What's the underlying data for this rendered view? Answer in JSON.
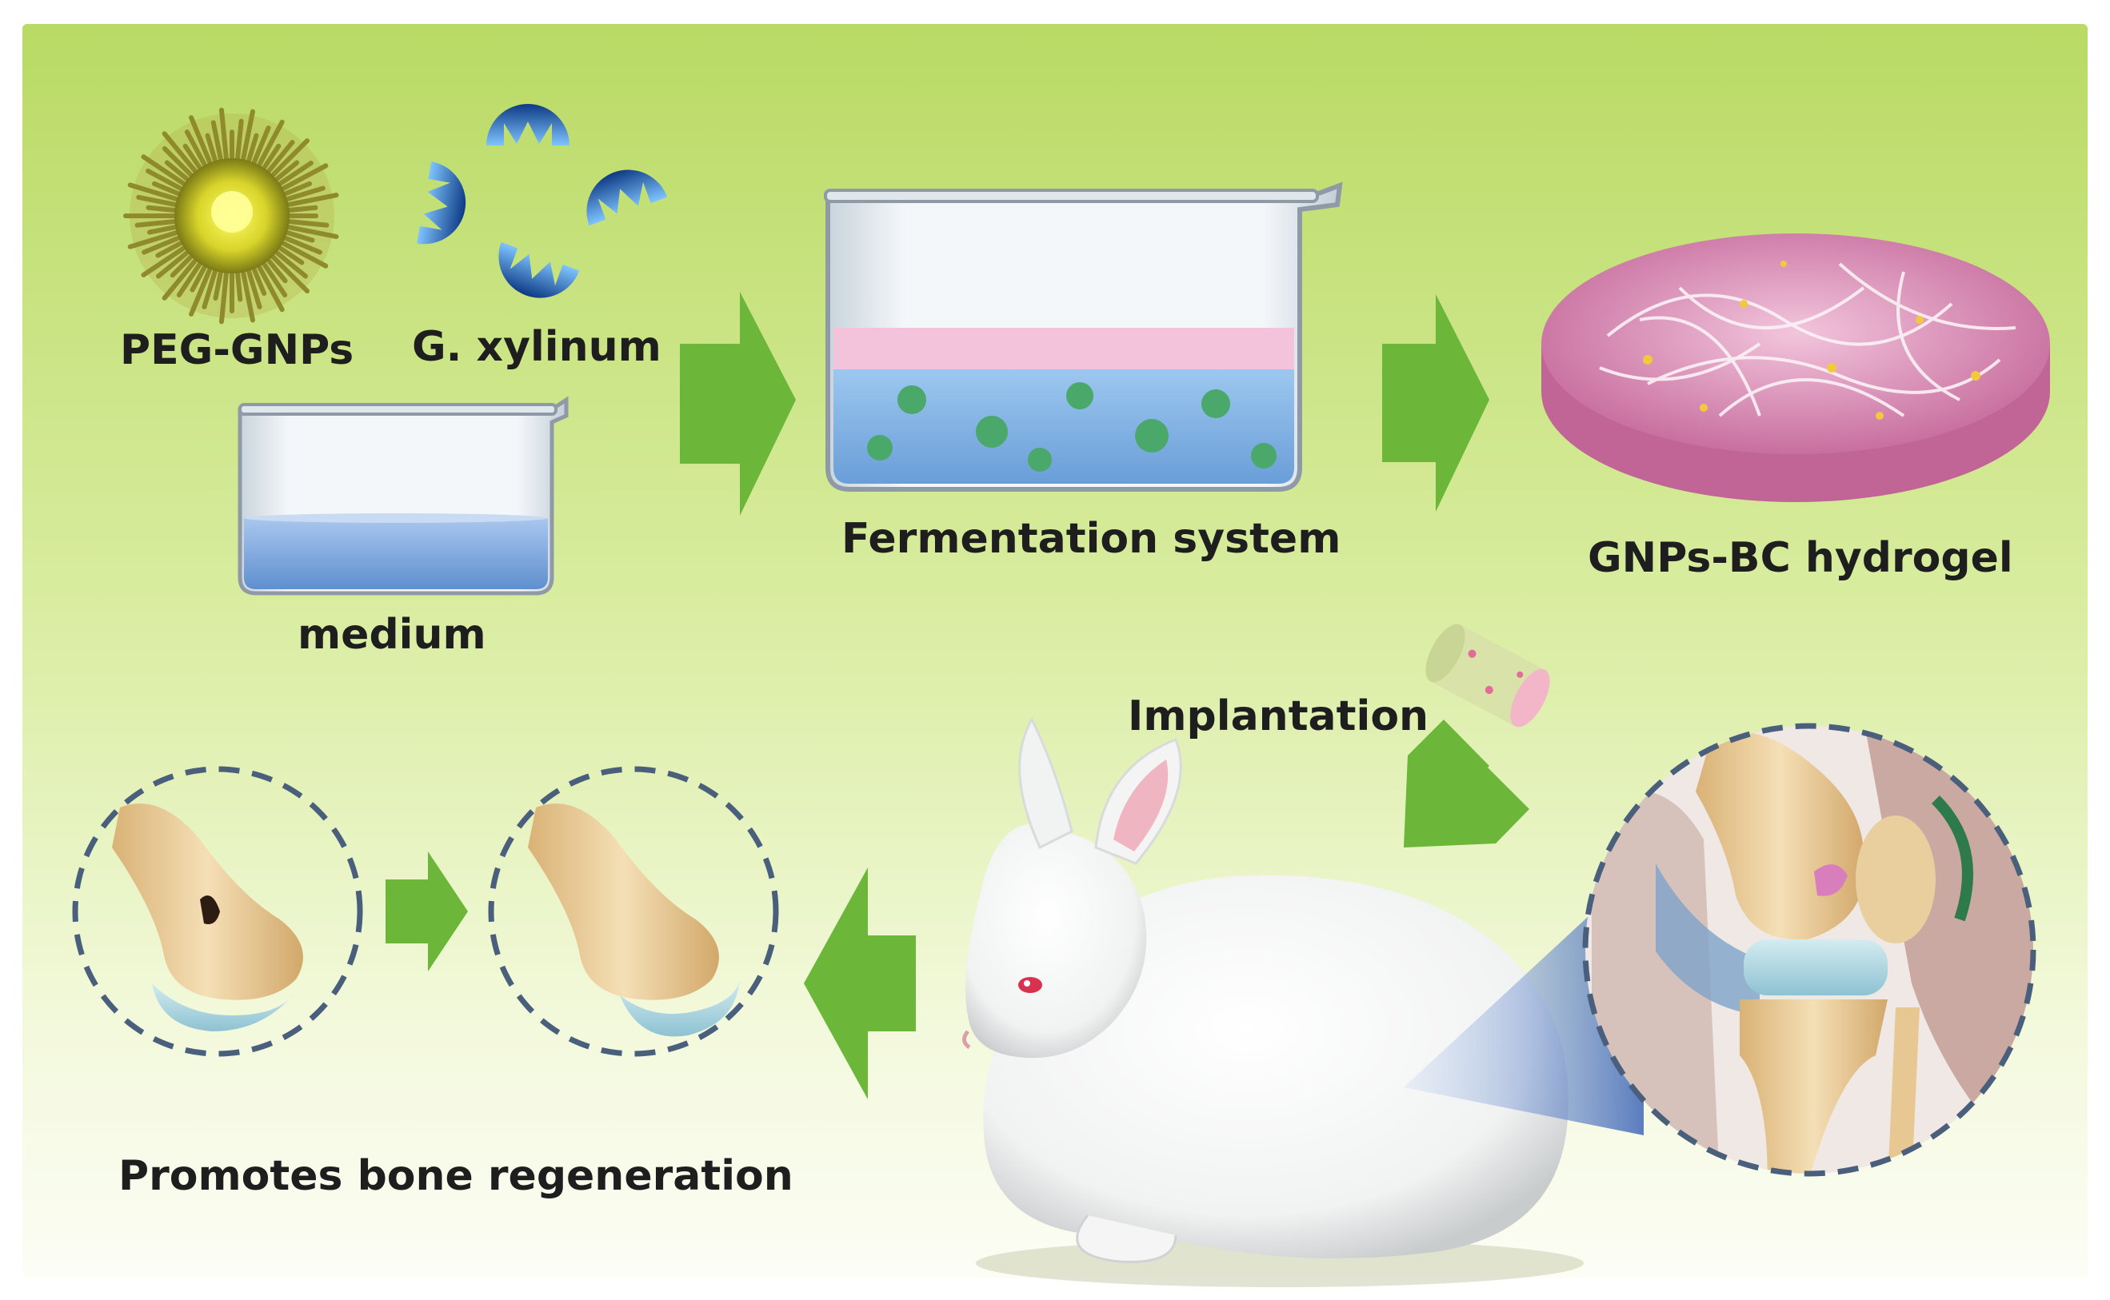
{
  "labels": {
    "peg_gnps": "PEG-GNPs",
    "g_xylinum": "G. xylinum",
    "medium": "medium",
    "fermentation": "Fermentation system",
    "hydrogel": "GNPs-BC hydrogel",
    "implantation": "Implantation",
    "promotes": "Promotes bone regeneration"
  },
  "colors": {
    "background_top": "#bcdc6a",
    "background_bottom": "#fbfdf3",
    "arrow": "#6cb63a",
    "dashed_circle": "#4a5f7c",
    "bone": "#ecd3a2",
    "cartilage": "#b8dbe3",
    "medium_liquid": "#7fa9d9",
    "hydrogel_pink": "#e7a3c9"
  },
  "icons": [
    "gold-nanoparticle-icon",
    "bacterium-icon",
    "beaker-icon",
    "petri-dish-icon",
    "implant-cylinder-icon",
    "rabbit-icon",
    "knee-joint-icon",
    "bone-defect-icon",
    "healed-bone-icon"
  ]
}
